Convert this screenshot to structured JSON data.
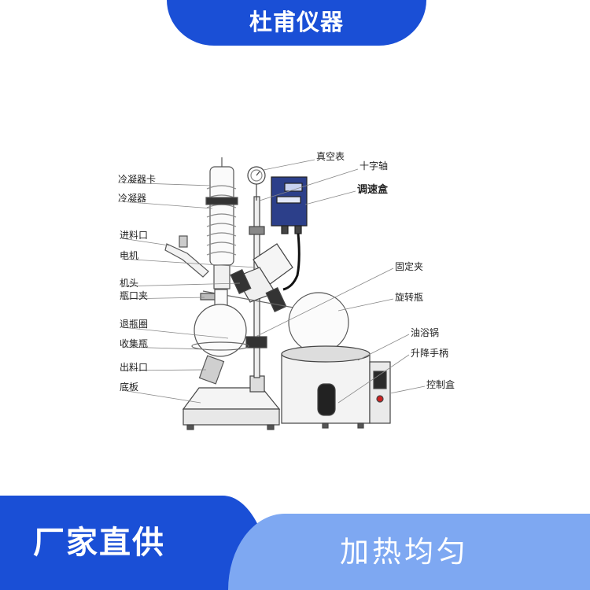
{
  "banner": {
    "brand": "杜甫仪器",
    "left_slogan": "厂家直供",
    "right_slogan": "加热均匀"
  },
  "colors": {
    "primary_blue": "#1a4fd6",
    "light_blue": "#7ea8f2",
    "control_box": "#2c3f8a"
  },
  "labels": {
    "left": [
      "冷凝器卡",
      "冷凝器",
      "进料口",
      "电机",
      "机头",
      "瓶口夹",
      "退瓶圈",
      "收集瓶",
      "出料口",
      "底板"
    ],
    "right": [
      "真空表",
      "十字轴",
      "调速盒",
      "固定夹",
      "旋转瓶",
      "油浴锅",
      "升降手柄",
      "控制盒"
    ]
  }
}
